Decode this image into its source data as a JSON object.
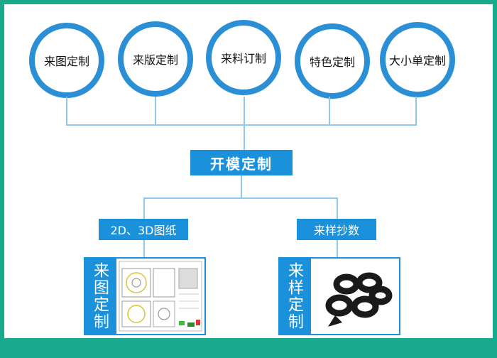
{
  "top_nodes": [
    {
      "label": "来图定制"
    },
    {
      "label": "来版定制"
    },
    {
      "label": "来料订制"
    },
    {
      "label": "特色定制"
    },
    {
      "label": "大小单定制"
    }
  ],
  "center_node": {
    "label": "开模定制"
  },
  "branches": [
    {
      "label": "2D、3D图纸",
      "panel_label": "来图定制"
    },
    {
      "label": "来样抄数",
      "panel_label": "来样定制"
    }
  ],
  "colors": {
    "frame_bg": "#19a98d",
    "accent": "#1b90db",
    "circle_border": "#2b8fd6",
    "connector": "#8fc8ef"
  }
}
